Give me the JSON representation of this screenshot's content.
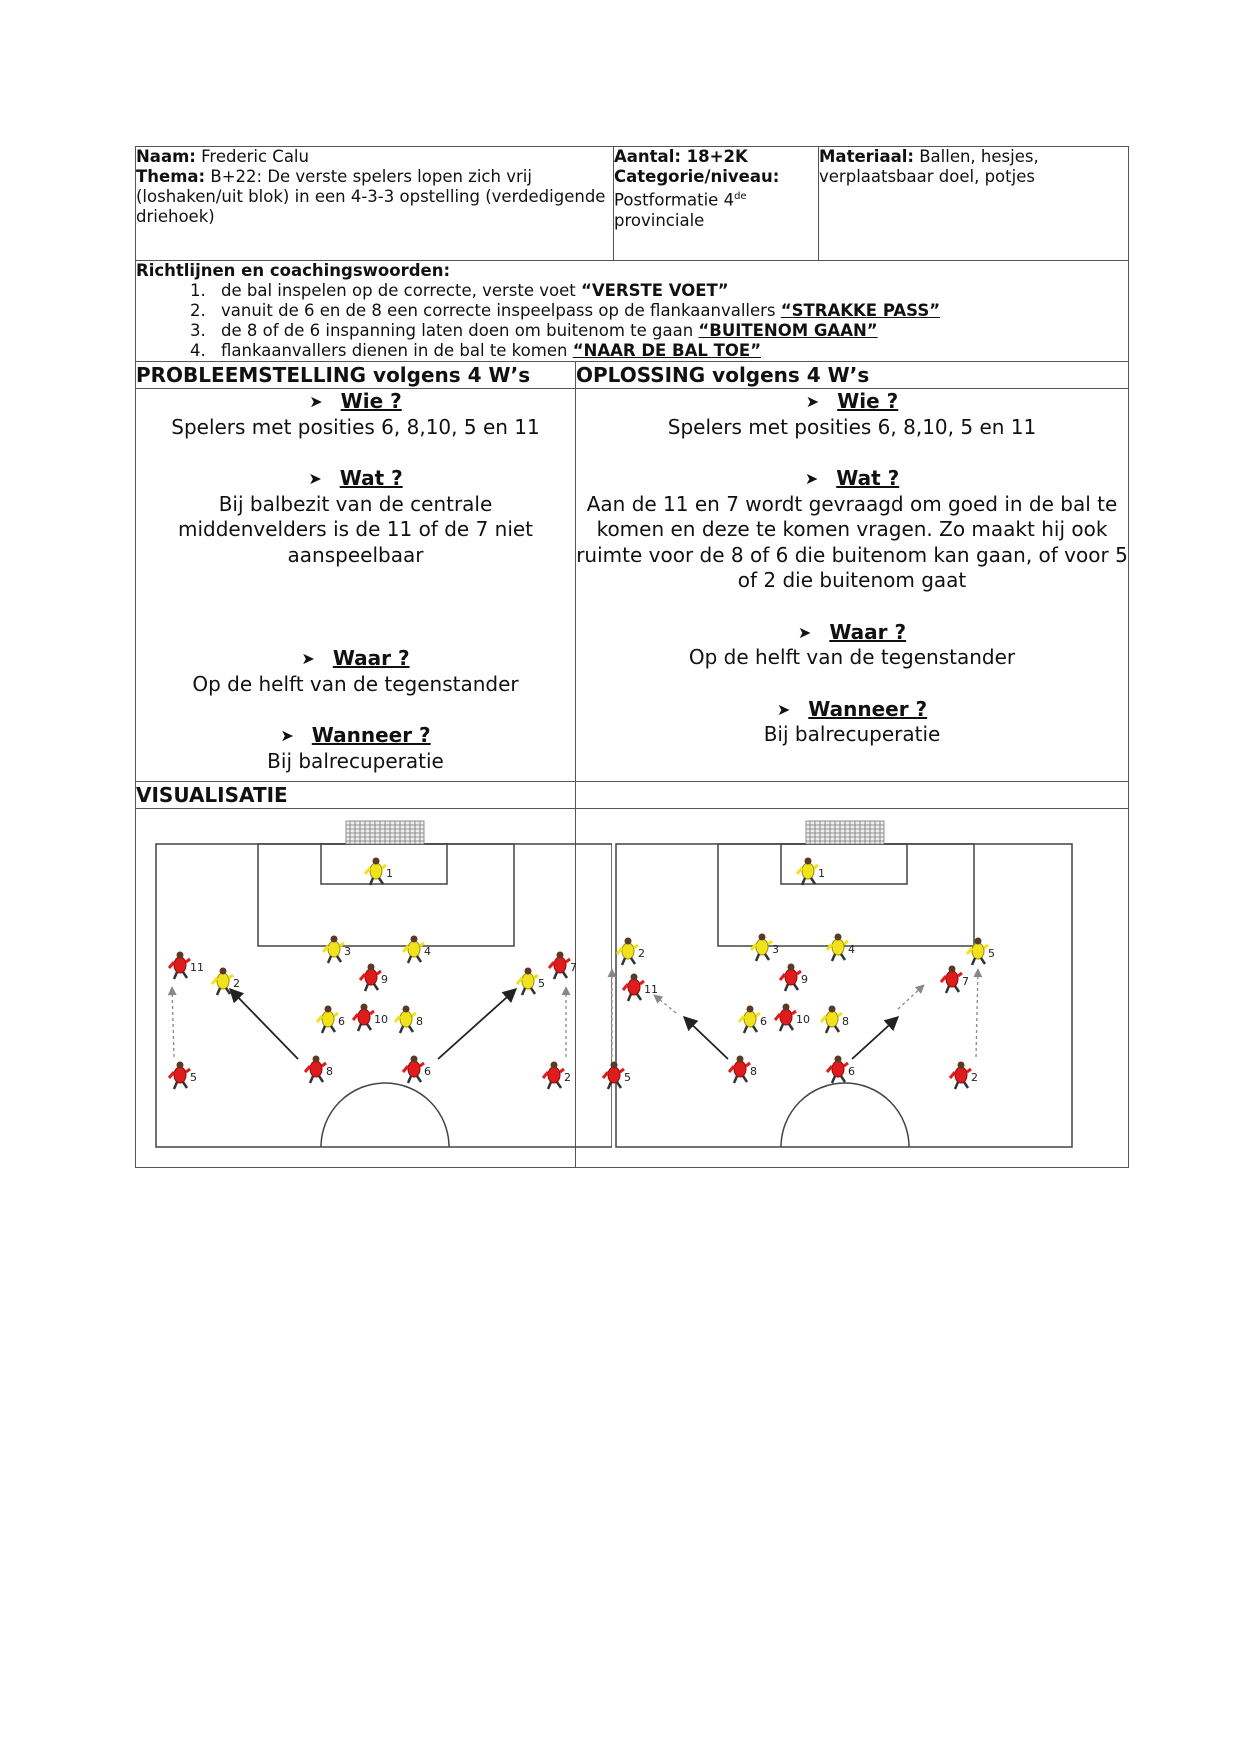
{
  "header": {
    "naam_label": "Naam:",
    "naam_value": "Frederic Calu",
    "thema_label": "Thema:",
    "thema_value": "B+22: De verste spelers lopen zich vrij (loshaken/uit blok) in een 4-3-3 opstelling (verdedigende driehoek)",
    "aantal_label": "Aantal: 18+2K",
    "categorie_label": "Categorie/niveau:",
    "categorie_value_pre": "Postformatie 4",
    "categorie_value_sup": "de",
    "categorie_value_post": "provinciale",
    "materiaal_label": "Materiaal:",
    "materiaal_value": "Ballen, hesjes, verplaatsbaar doel, potjes"
  },
  "guidelines": {
    "title": "Richtlijnen en coachingswoorden:",
    "items": [
      {
        "text": "de bal inspelen op de correcte, verste voet ",
        "keyword": "“VERSTE VOET”"
      },
      {
        "text": "vanuit de 6 en de 8 een correcte inspeelpass op de flankaanvallers ",
        "keyword": "“STRAKKE PASS”"
      },
      {
        "text": "de 8 of de 6 inspanning laten doen om buitenom te gaan ",
        "keyword": "“BUITENOM GAAN”"
      },
      {
        "text": "flankaanvallers dienen in de bal te komen ",
        "keyword": "“NAAR DE BAL TOE”"
      }
    ]
  },
  "problem": {
    "title": "PROBLEEMSTELLING volgens 4 W’s",
    "wie_q": "Wie ?",
    "wie_a": "Spelers met posities 6, 8,10, 5 en 11",
    "wat_q": "Wat ?",
    "wat_a": "Bij balbezit van de centrale middenvelders is de 11 of de 7 niet aanspeelbaar",
    "waar_q": "Waar ?",
    "waar_a": "Op de helft van de tegenstander",
    "wanneer_q": "Wanneer ?",
    "wanneer_a": "Bij balrecuperatie"
  },
  "solution": {
    "title": "OPLOSSING volgens 4 W’s",
    "wie_q": "Wie ?",
    "wie_a": "Spelers met posities 6, 8,10, 5 en 11",
    "wat_q": "Wat ?",
    "wat_a": "Aan de 11 en 7 wordt gevraagd om goed in de bal te komen en deze te komen vragen. Zo maakt hij ook ruimte voor de 8 of 6 die buitenom kan gaan, of voor 5 of 2 die buitenom gaat",
    "waar_q": "Waar ?",
    "waar_a": "Op de helft van de tegenstander",
    "wanneer_q": "Wanneer ?",
    "wanneer_a": "Bij balrecuperatie"
  },
  "visualisatie": {
    "title": "VISUALISATIE",
    "colors": {
      "red_team": "#e01b1b",
      "yellow_team": "#f2e21c",
      "arrow": "#222222",
      "run_arrow": "#888888"
    },
    "left_pitch": {
      "red_players": [
        "11",
        "9",
        "10",
        "7",
        "5",
        "8",
        "6",
        "2"
      ],
      "yellow_players": [
        "1",
        "2",
        "3",
        "4",
        "5",
        "6",
        "8"
      ]
    },
    "right_pitch": {
      "red_players": [
        "11",
        "9",
        "10",
        "7",
        "5",
        "8",
        "6",
        "2"
      ],
      "yellow_players": [
        "1",
        "2",
        "3",
        "4",
        "5",
        "6",
        "8"
      ]
    }
  }
}
